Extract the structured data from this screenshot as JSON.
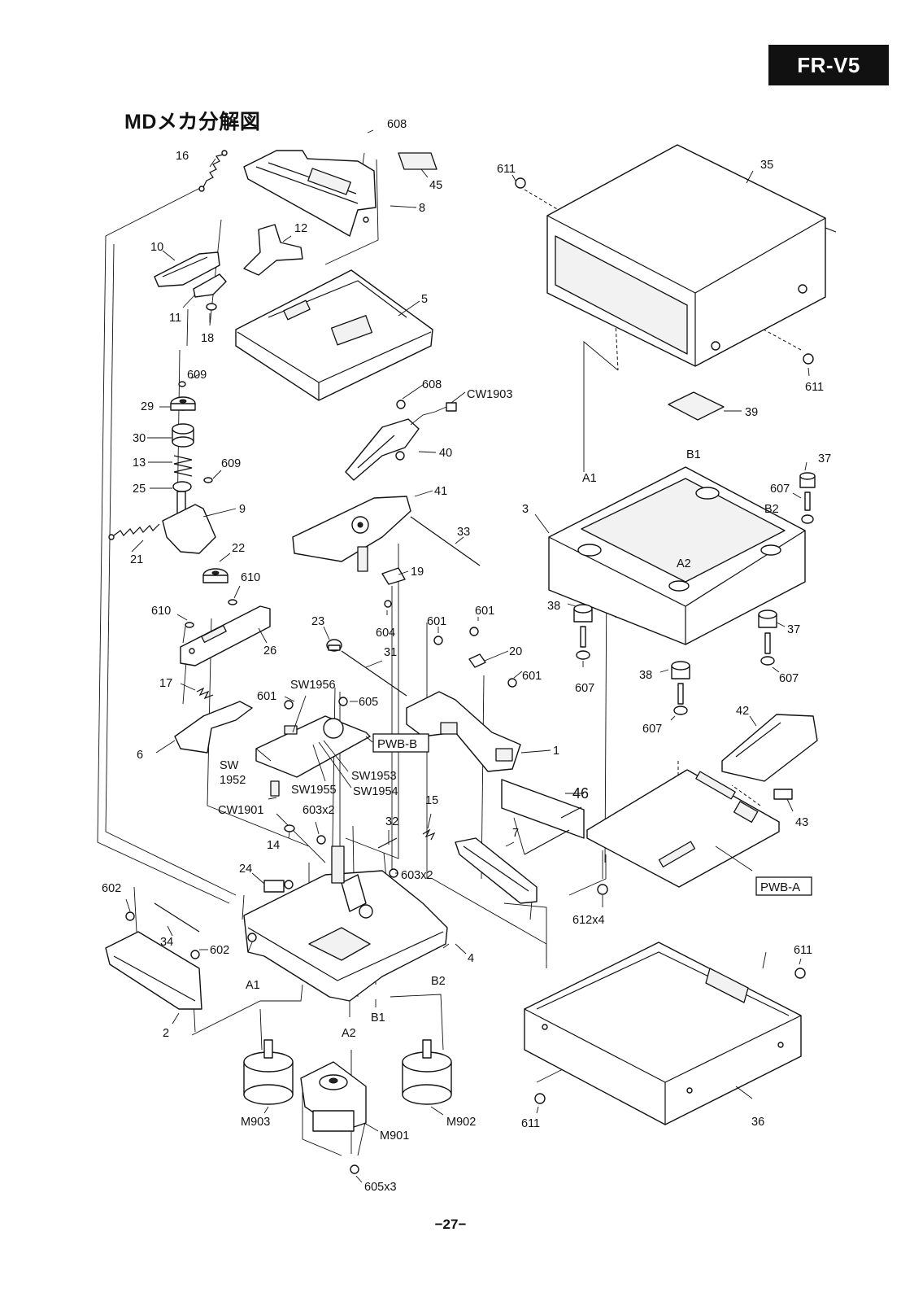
{
  "header": {
    "model": "FR-V5",
    "title": "MDメカ分解図"
  },
  "page_number": "−27−",
  "labels": {
    "l608a": "608",
    "l16": "16",
    "l45": "45",
    "l8": "8",
    "l12": "12",
    "l10": "10",
    "l11": "11",
    "l18": "18",
    "l5": "5",
    "l609a": "609",
    "l29": "29",
    "l30": "30",
    "l13": "13",
    "l609b": "609",
    "l25": "25",
    "l9": "9",
    "l21": "21",
    "l22": "22",
    "l610a": "610",
    "l610b": "610",
    "l26": "26",
    "l17": "17",
    "l6": "6",
    "l608b": "608",
    "lcw1903": "CW1903",
    "l40": "40",
    "l41": "41",
    "l33": "33",
    "l19": "19",
    "l604": "604",
    "l23": "23",
    "l31": "31",
    "l601a": "601",
    "l601b": "601",
    "l20": "20",
    "l601c": "601",
    "l601d": "601",
    "l1": "1",
    "lsw1956": "SW1956",
    "l605": "605",
    "lpwbb": "PWB-B",
    "lsw": "SW",
    "l1952": "1952",
    "lsw1953": "SW1953",
    "lsw1955": "SW1955",
    "lsw1954": "SW1954",
    "lcw1901": "CW1901",
    "l603x2a": "603x2",
    "l14": "14",
    "l32": "32",
    "l15": "15",
    "l7": "7",
    "l46": "46",
    "l603x2b": "603x2",
    "l24": "24",
    "l602a": "602",
    "l34": "34",
    "l602b": "602",
    "la1b": "A1",
    "l2": "2",
    "la2b": "A2",
    "lb1b": "B1",
    "lb2b": "B2",
    "l4": "4",
    "lm903": "M903",
    "lm901": "M901",
    "lm902": "M902",
    "l605x3": "605x3",
    "l611a": "611",
    "l35": "35",
    "l611b": "611",
    "l39": "39",
    "lb1": "B1",
    "la1": "A1",
    "l37a": "37",
    "l607a": "607",
    "lb2": "B2",
    "l3": "3",
    "la2": "A2",
    "l38a": "38",
    "l37b": "37",
    "l607b": "607",
    "l38b": "38",
    "l607c": "607",
    "l607d": "607",
    "l42": "42",
    "l43": "43",
    "lpwba": "PWB-A",
    "l612x4": "612x4",
    "l611c": "611",
    "l611d": "611",
    "l36": "36"
  }
}
